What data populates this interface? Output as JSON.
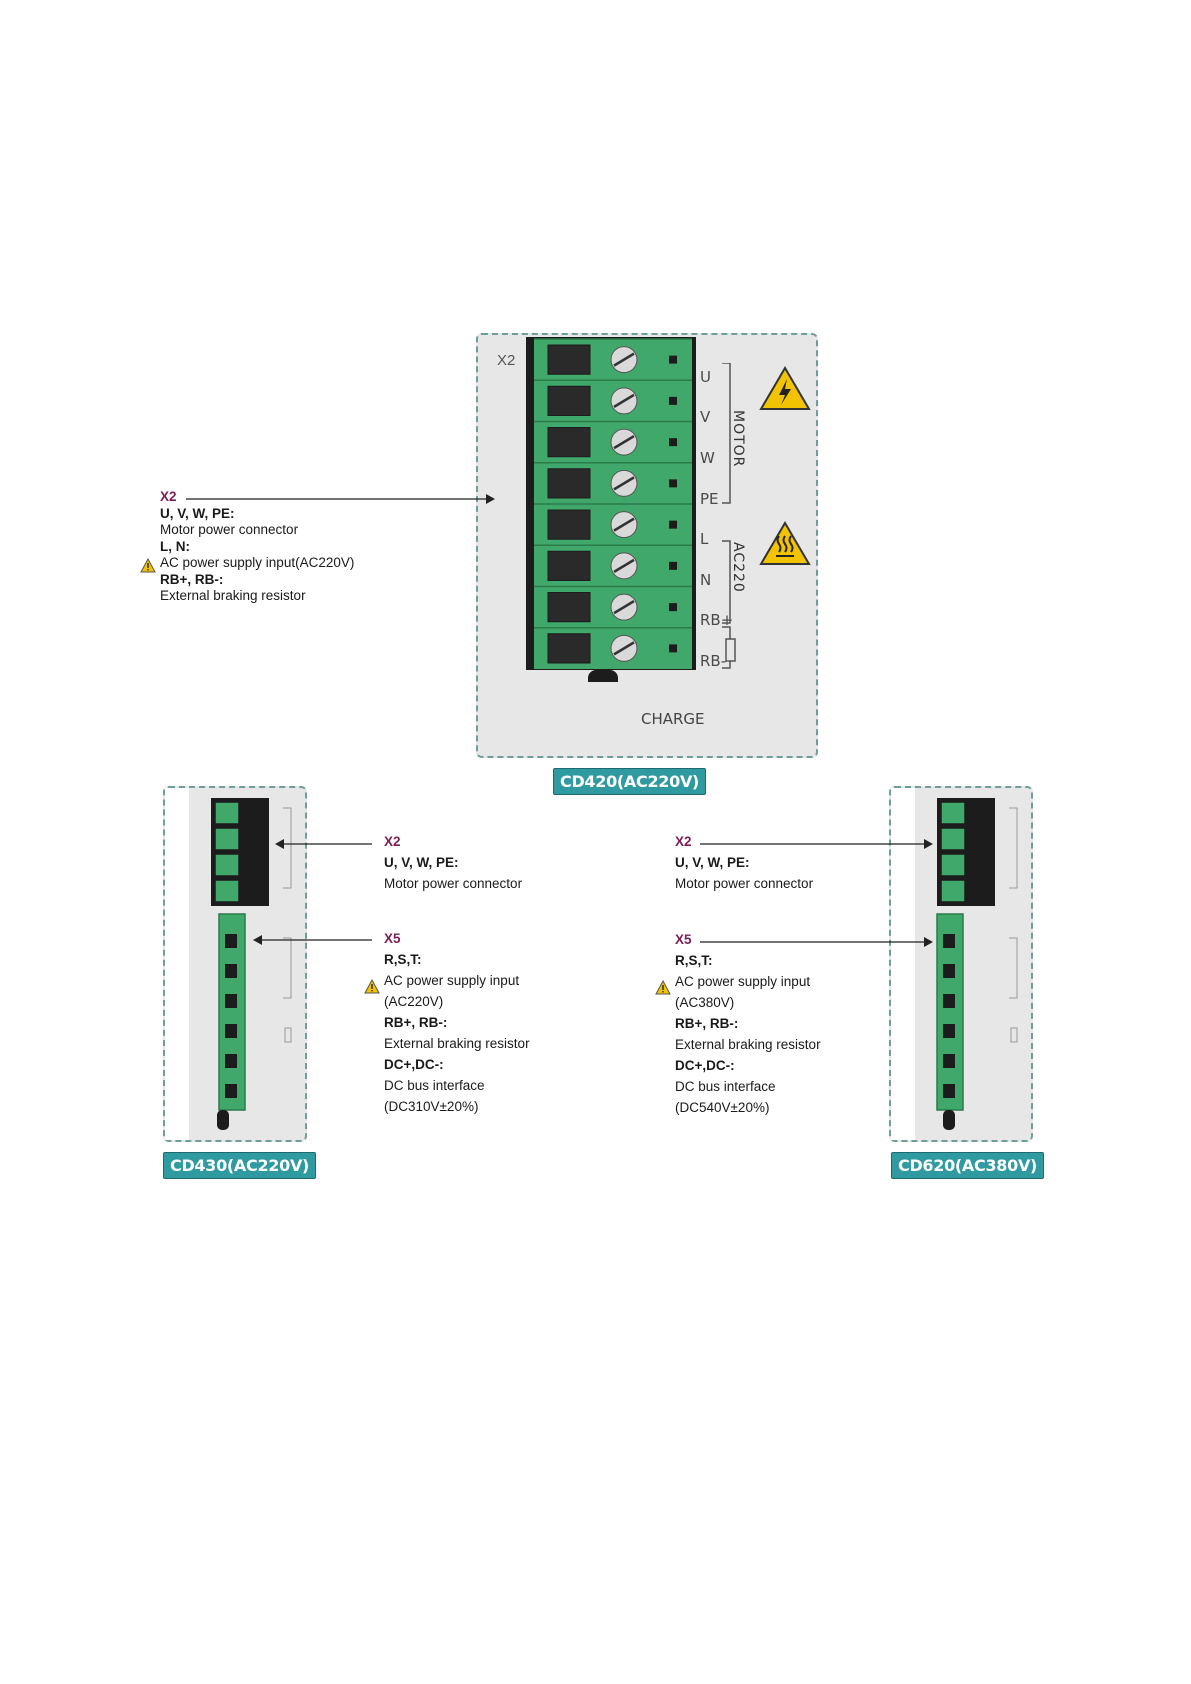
{
  "top": {
    "caption": "CD420(AC220V)",
    "connector_label": "X2",
    "terminals": [
      "U",
      "V",
      "W",
      "PE",
      "L",
      "N",
      "RB+",
      "RB-"
    ],
    "group_motor": "MOTOR",
    "group_ac": "AC220",
    "charge_label": "CHARGE",
    "callout": {
      "head": "X2",
      "l1": "U, V, W, PE:",
      "l2": "Motor power connector",
      "l3": "L, N:",
      "l4": "AC power supply input(AC220V)",
      "l5": "RB+, RB-:",
      "l6": "External braking resistor"
    }
  },
  "left": {
    "caption": "CD430(AC220V)",
    "x2": {
      "head": "X2",
      "l1": "U, V, W, PE:",
      "l2": "Motor power connector"
    },
    "x5": {
      "head": "X5",
      "l1": "R,S,T:",
      "l2": "AC power supply input",
      "l3": "(AC220V)",
      "l4": "RB+, RB-:",
      "l5": "External braking resistor",
      "l6": "DC+,DC-:",
      "l7": "DC bus interface",
      "l8": "(DC310V±20%)"
    }
  },
  "right": {
    "caption": "CD620(AC380V)",
    "x2": {
      "head": "X2",
      "l1": "U, V, W, PE:",
      "l2": "Motor power connector"
    },
    "x5": {
      "head": "X5",
      "l1": "R,S,T:",
      "l2": "AC power supply input",
      "l3": "(AC380V)",
      "l4": "RB+, RB-:",
      "l5": "External braking resistor",
      "l6": "DC+,DC-:",
      "l7": "DC bus interface",
      "l8": "(DC540V±20%)"
    }
  },
  "colors": {
    "connector_green": "#3fa86a",
    "caption_teal": "#2f9aa0",
    "head_purple": "#7a1e55",
    "warning_yellow": "#f2c300"
  }
}
